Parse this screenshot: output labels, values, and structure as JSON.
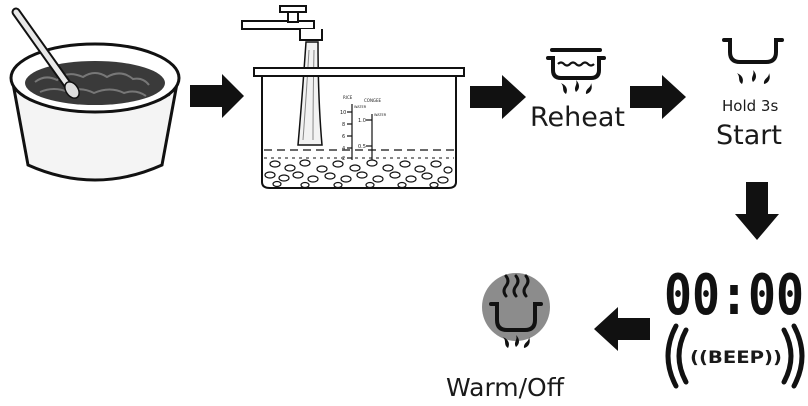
{
  "steps": {
    "reheat_label": "Reheat",
    "hold_label": "Hold 3s",
    "start_label": "Start",
    "timer_display": "00:00",
    "beep_label": "((BEEP))",
    "warm_off_label": "Warm/Off"
  },
  "scale": {
    "left_title": "RICE",
    "left_unit": "WATER",
    "left_marks": [
      "10",
      "8",
      "6",
      "4",
      "2"
    ],
    "right_title": "CONGEE",
    "right_unit": "WATER",
    "right_marks": [
      "1.0",
      "0.5"
    ]
  },
  "icons": {
    "pot": "cooking-pot-with-spoon-icon",
    "tap": "water-tap-icon",
    "reheat": "reheat-pot-icon",
    "start": "start-pot-flame-icon",
    "warm": "warm-pot-steam-icon",
    "arrow": "flow-arrow-icon"
  },
  "colors": {
    "ink": "#111111",
    "warm_circle": "#8c8c8c",
    "pot_shade": "#d9d9d9"
  }
}
